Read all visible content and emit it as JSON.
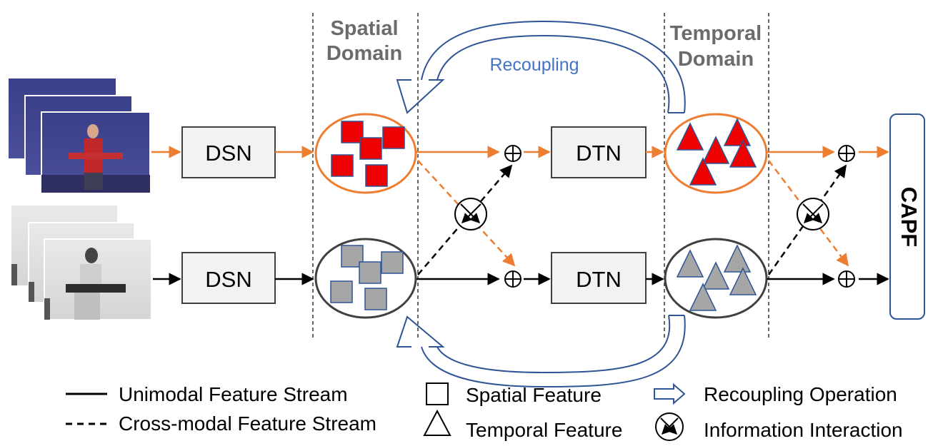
{
  "headers": {
    "spatial_line1": "Spatial",
    "spatial_line2": "Domain",
    "temporal_line1": "Temporal",
    "temporal_line2": "Domain"
  },
  "recoupling_label": "Recoupling",
  "blocks": {
    "dsn_top": "DSN",
    "dsn_bottom": "DSN",
    "dtn_top": "DTN",
    "dtn_bottom": "DTN",
    "capf": "CAPF"
  },
  "legend": {
    "unimodal": "Unimodal Feature Stream",
    "cross_modal": "Cross-modal Feature Stream",
    "spatial_feature": "Spatial Feature",
    "temporal_feature": "Temporal Feature",
    "recoupling_operation": "Recoupling Operation",
    "information_interaction": "Information Interaction"
  },
  "colors": {
    "rgb_stream": "#ED7D31",
    "depth_stream": "#000000",
    "recoupling": "#4472C4",
    "feature_red": "#EE0000",
    "feature_gray": "#A6A6A6",
    "block_fill": "#F2F2F2"
  }
}
